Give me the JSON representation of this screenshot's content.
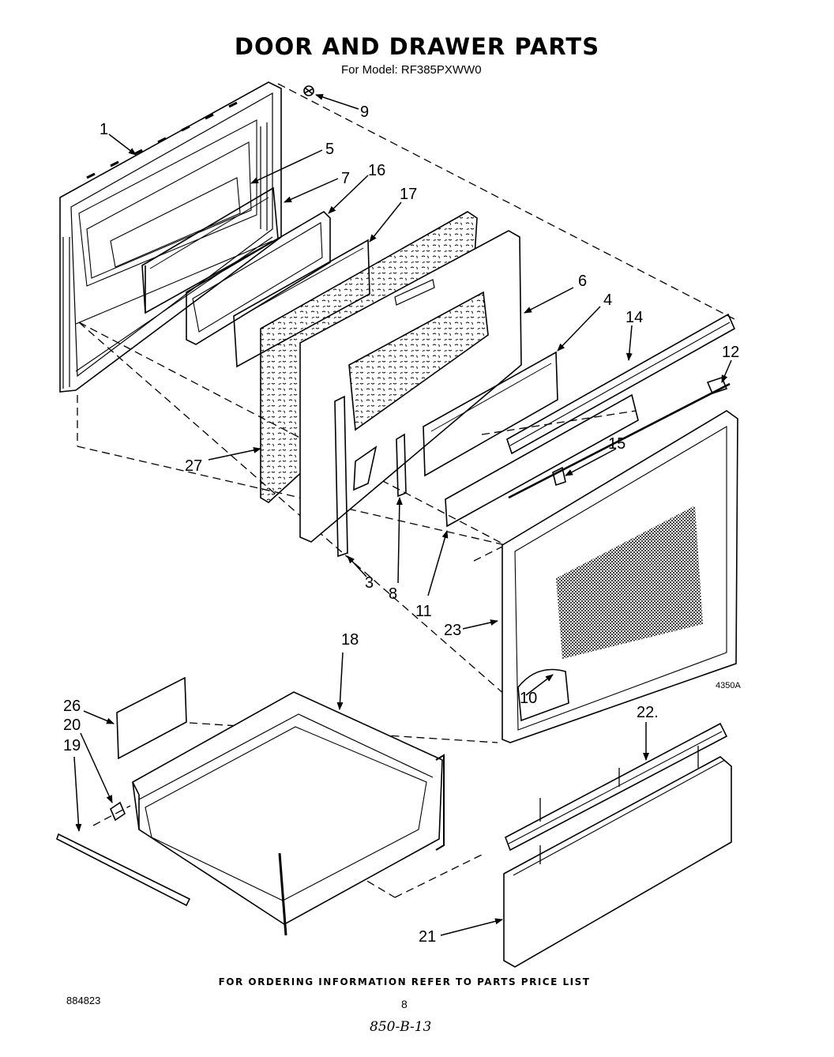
{
  "header": {
    "title": "DOOR AND DRAWER PARTS",
    "subtitle": "For Model: RF385PXWW0"
  },
  "figure_code": "4350A",
  "part_labels": {
    "p1": "1",
    "p3": "3",
    "p4": "4",
    "p5": "5",
    "p6": "6",
    "p7": "7",
    "p8": "8",
    "p9": "9",
    "p10": "10",
    "p11": "11",
    "p12": "12",
    "p14": "14",
    "p15": "15",
    "p16": "16",
    "p17": "17",
    "p18": "18",
    "p19": "19",
    "p20": "20",
    "p21": "21",
    "p22": "22.",
    "p23": "23",
    "p26": "26",
    "p27": "27"
  },
  "footer": {
    "note": "FOR ORDERING INFORMATION REFER TO PARTS PRICE LIST",
    "doc_number": "884823",
    "page_number": "8",
    "handwritten_code": "850-B-13"
  }
}
